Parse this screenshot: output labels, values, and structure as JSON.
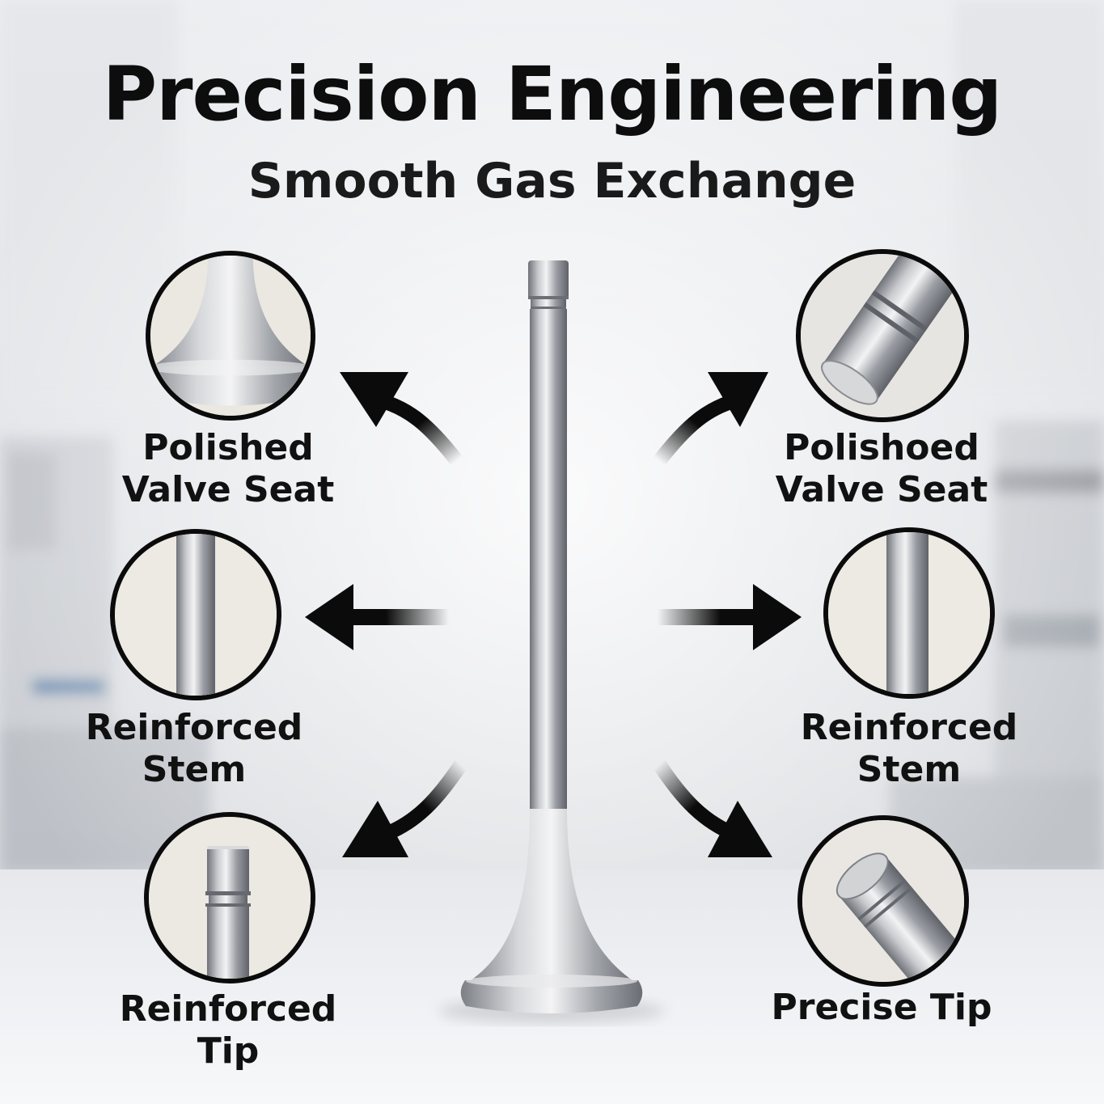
{
  "header": {
    "title": "Precision Engineering",
    "subtitle": "Smooth Gas Exchange"
  },
  "features": [
    {
      "id": "left-top",
      "side": "left",
      "depicts": "valve-head-closeup",
      "line1": "Polished",
      "line2": "Valve Seat"
    },
    {
      "id": "right-top",
      "side": "right",
      "depicts": "grooved-stem-end-closeup",
      "line1": "Polishoed",
      "line2": "Valve Seat"
    },
    {
      "id": "left-mid",
      "side": "left",
      "depicts": "stem-closeup",
      "line1": "Reinforced",
      "line2": "Stem"
    },
    {
      "id": "right-mid",
      "side": "right",
      "depicts": "stem-closeup",
      "line1": "Reinforced",
      "line2": "Stem"
    },
    {
      "id": "left-bottom",
      "side": "left",
      "depicts": "valve-tip-closeup",
      "line1": "Reinforced",
      "line2": "Tip"
    },
    {
      "id": "right-bottom",
      "side": "right",
      "depicts": "precise-tip-closeup",
      "line1": "Precise Tip",
      "line2": ""
    }
  ],
  "colors": {
    "ink": "#0b0b0b",
    "metal_light": "#dcdde0",
    "metal_dark": "#7d8087",
    "counter": "#f3f4f6",
    "background_wall": "#d9dbdf"
  },
  "icons": [
    "curved-arrow-icon",
    "straight-arrow-icon"
  ]
}
